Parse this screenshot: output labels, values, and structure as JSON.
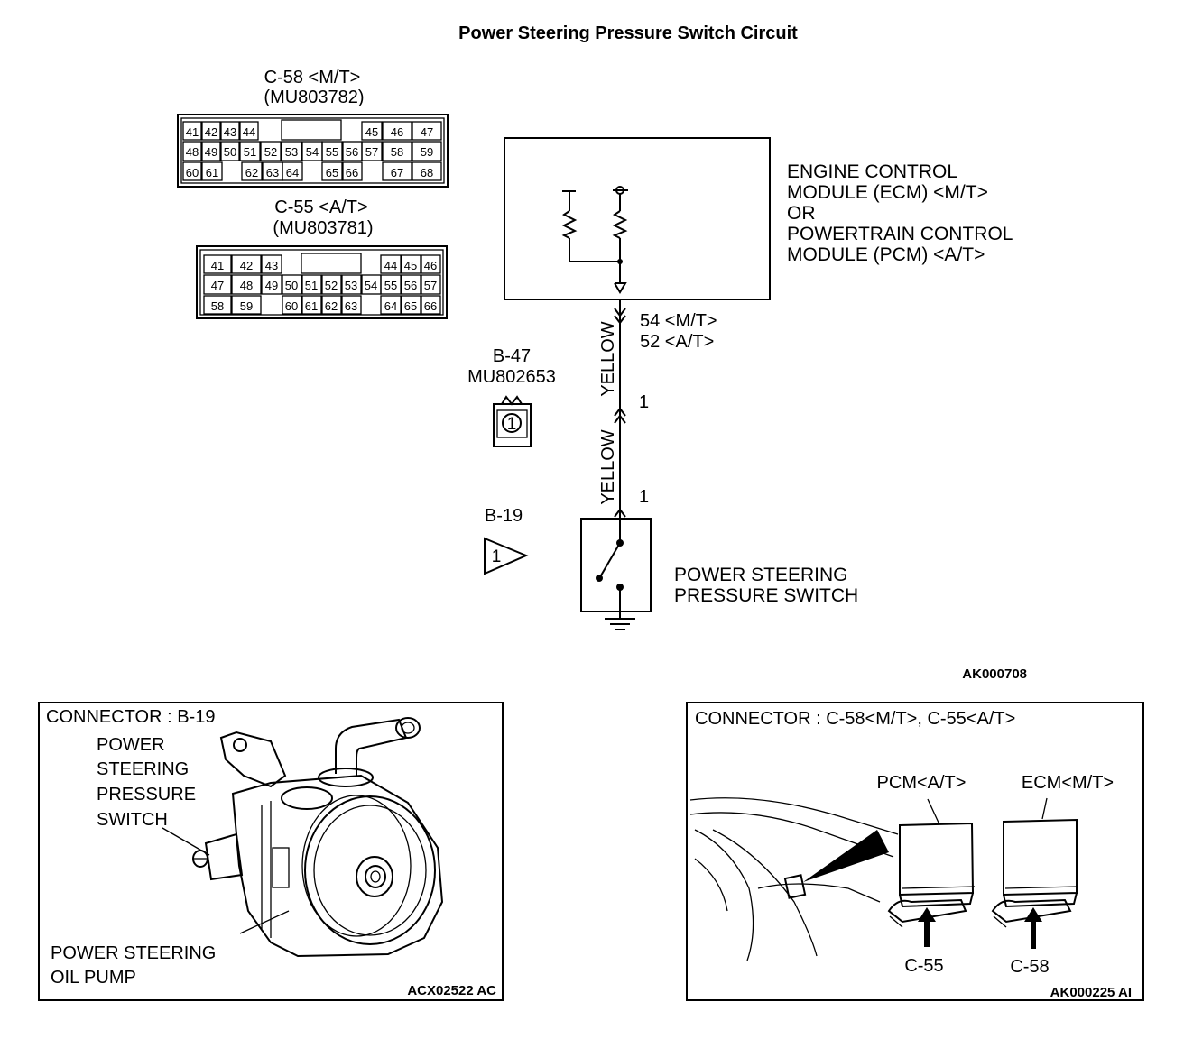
{
  "title": "Power Steering Pressure Switch Circuit",
  "connector_c58": {
    "label": "C-58 <M/T>",
    "part": "(MU803782)",
    "rows": [
      [
        "41",
        "42",
        "43",
        "44",
        "45",
        "46",
        "47"
      ],
      [
        "48",
        "49",
        "50",
        "51",
        "52",
        "53",
        "54",
        "55",
        "56",
        "57",
        "58",
        "59"
      ],
      [
        "60",
        "61",
        "62",
        "63",
        "64",
        "65",
        "66",
        "67",
        "68"
      ]
    ]
  },
  "connector_c55": {
    "label": "C-55 <A/T>",
    "part": "(MU803781)",
    "rows": [
      [
        "41",
        "42",
        "43",
        "44",
        "45",
        "46"
      ],
      [
        "47",
        "48",
        "49",
        "50",
        "51",
        "52",
        "53",
        "54",
        "55",
        "56",
        "57"
      ],
      [
        "58",
        "59",
        "60",
        "61",
        "62",
        "63",
        "64",
        "65",
        "66"
      ]
    ]
  },
  "ecm": {
    "line1": "ENGINE CONTROL",
    "line2": "MODULE (ECM) <M/T>",
    "line3": "OR",
    "line4": "POWERTRAIN CONTROL",
    "line5": "MODULE (PCM) <A/T>"
  },
  "ecm_pins": {
    "mt": "54 <M/T>",
    "at": "52 <A/T>"
  },
  "wire_color_upper": "YELLOW",
  "wire_color_lower": "YELLOW",
  "b47": {
    "label": "B-47",
    "part": "MU802653",
    "pin": "1",
    "junction_pin": "1"
  },
  "b19": {
    "label": "B-19",
    "pin": "1",
    "switch_pin": "1"
  },
  "switch": {
    "line1": "POWER STEERING",
    "line2": "PRESSURE SWITCH"
  },
  "figure_code_top": "AK000708",
  "panel_left": {
    "header": "CONNECTOR : B-19",
    "callout_lines": [
      "POWER",
      "STEERING",
      "PRESSURE",
      "SWITCH"
    ],
    "pump_line1": "POWER STEERING",
    "pump_line2": "OIL PUMP",
    "code": "ACX02522 AC"
  },
  "panel_right": {
    "header": "CONNECTOR : C-58<M/T>, C-55<A/T>",
    "pcm_label": "PCM<A/T>",
    "ecm_label": "ECM<M/T>",
    "c55_label": "C-55",
    "c58_label": "C-58",
    "code": "AK000225 AI"
  }
}
